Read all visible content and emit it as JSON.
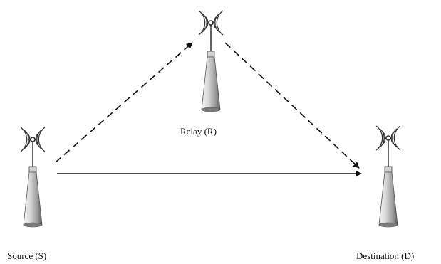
{
  "nodes": {
    "source": {
      "label": "Source (S)"
    },
    "relay": {
      "label": "Relay (R)"
    },
    "destination": {
      "label": "Destination (D)"
    }
  },
  "links": [
    {
      "from": "source",
      "to": "relay",
      "style": "dashed"
    },
    {
      "from": "relay",
      "to": "destination",
      "style": "dashed"
    },
    {
      "from": "source",
      "to": "destination",
      "style": "solid"
    }
  ],
  "colors": {
    "line": "#111111",
    "antenna_light": "#f2f2f2",
    "antenna_dark": "#6a6a6a",
    "antenna_outline": "#333333"
  }
}
